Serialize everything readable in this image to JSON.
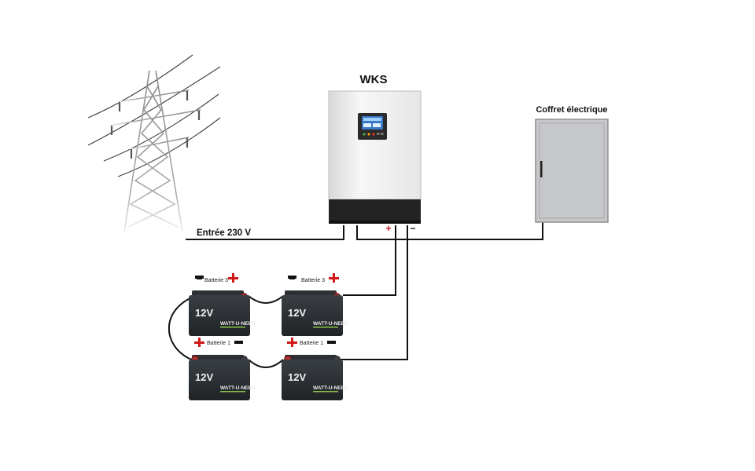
{
  "inverter": {
    "title": "WKS",
    "plus": "+",
    "minus": "−"
  },
  "cabinet": {
    "title": "Coffret électrique"
  },
  "grid": {
    "label": "Entrée 230 V"
  },
  "batteries": [
    {
      "name": "Batterie 3",
      "voltage": "12V",
      "brand": "WATT-U-NEED"
    },
    {
      "name": "Batterie 3",
      "voltage": "12V",
      "brand": "WATT-U-NEED"
    },
    {
      "name": "Batterie 1",
      "voltage": "12V",
      "brand": "WATT-U-NEED"
    },
    {
      "name": "Batterie 1",
      "voltage": "12V",
      "brand": "WATT-U-NEED"
    }
  ],
  "colors": {
    "wire": "#111111",
    "plus": "#d01818",
    "battery": "#2b2f33",
    "inverter_base": "#222222",
    "cabinet": "#c6c7c9"
  }
}
